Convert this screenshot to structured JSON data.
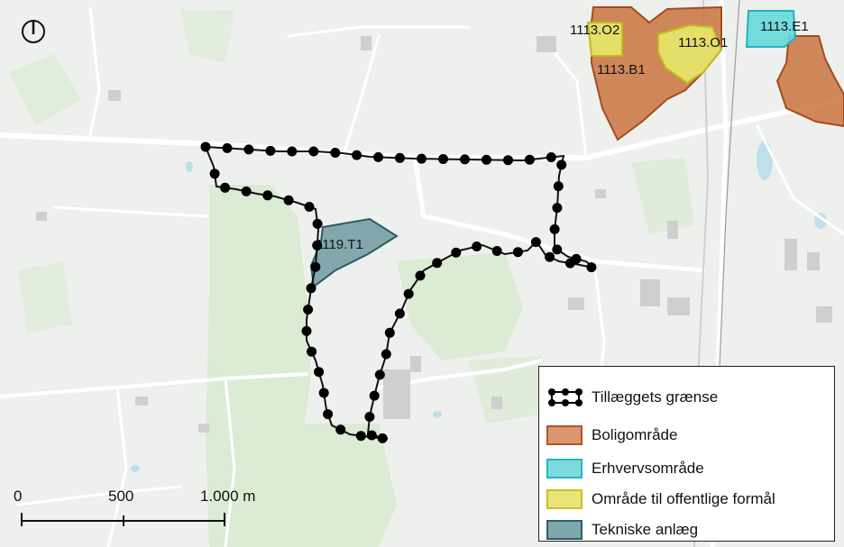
{
  "map": {
    "zones": [
      {
        "id": "1113.O2",
        "label": "1113.O2",
        "type": "offentlige"
      },
      {
        "id": "1113.O1",
        "label": "1113.O1",
        "type": "offentlige"
      },
      {
        "id": "1113.B1",
        "label": "1113.B1",
        "type": "bolig"
      },
      {
        "id": "1113.E1",
        "label": "1113.E1",
        "type": "erhverv"
      },
      {
        "id": "1119.T1",
        "label": "1119.T1",
        "type": "teknisk"
      }
    ],
    "scale_bar": {
      "labels": [
        "0",
        "500",
        "1.000 m"
      ]
    },
    "north_arrow": "north-arrow-icon"
  },
  "legend": {
    "items": [
      {
        "label": "Tillæggets grænse",
        "kind": "boundary",
        "color": "#000000"
      },
      {
        "label": "Boligområde",
        "kind": "fill",
        "fill": "#d9986f",
        "stroke": "#b3532a"
      },
      {
        "label": "Erhvervsområde",
        "kind": "fill",
        "fill": "#7fdbdb",
        "stroke": "#22b8c8"
      },
      {
        "label": "Område til offentlige formål",
        "kind": "fill",
        "fill": "#e9e477",
        "stroke": "#c8c222"
      },
      {
        "label": "Tekniske anlæg",
        "kind": "fill",
        "fill": "#7fa8ad",
        "stroke": "#2f5f66"
      }
    ]
  },
  "colors": {
    "bolig_fill": "#c9743f",
    "bolig_stroke": "#a54a1c",
    "erhverv_fill": "#66d8da",
    "erhverv_stroke": "#1fb2c2",
    "offentlige_fill": "#e6e36a",
    "offentlige_stroke": "#c2bb1a",
    "teknisk_fill": "#6f9ba2",
    "teknisk_stroke": "#2c5a61",
    "forest": "#dcebd3",
    "road": "#ffffff",
    "building": "#cfcfcf"
  }
}
